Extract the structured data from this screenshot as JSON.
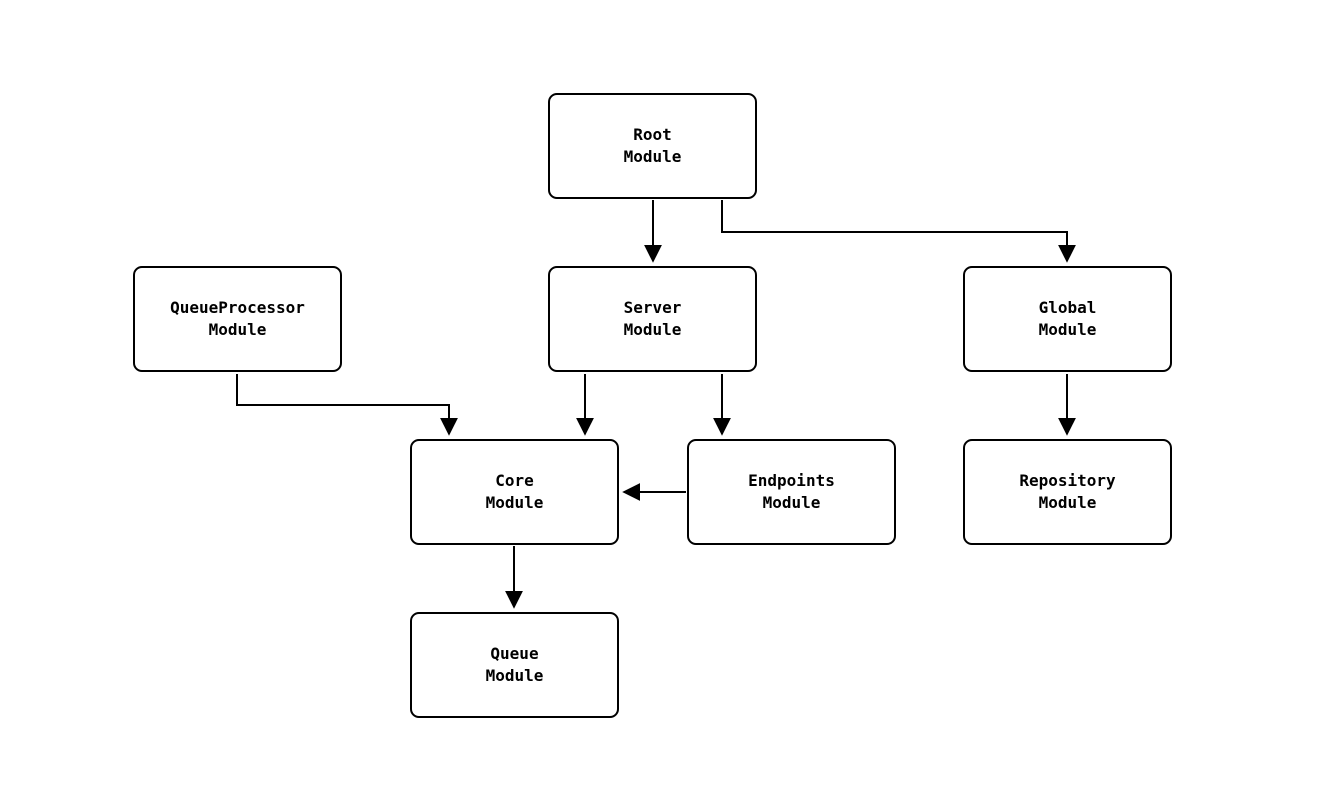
{
  "diagram": {
    "type": "module-dependency-graph",
    "background": "#ffffff",
    "colors": {
      "node_border": "#000000",
      "node_fill": "#ffffff",
      "edge": "#000000",
      "text": "#000000"
    },
    "nodes": {
      "root": {
        "line1": "Root",
        "line2": "Module"
      },
      "queueprocessor": {
        "line1": "QueueProcessor",
        "line2": "Module"
      },
      "server": {
        "line1": "Server",
        "line2": "Module"
      },
      "global": {
        "line1": "Global",
        "line2": "Module"
      },
      "core": {
        "line1": "Core",
        "line2": "Module"
      },
      "endpoints": {
        "line1": "Endpoints",
        "line2": "Module"
      },
      "repository": {
        "line1": "Repository",
        "line2": "Module"
      },
      "queue": {
        "line1": "Queue",
        "line2": "Module"
      }
    },
    "edges": [
      {
        "from": "Root Module",
        "to": "Server Module"
      },
      {
        "from": "Root Module",
        "to": "Global Module"
      },
      {
        "from": "QueueProcessor Module",
        "to": "Core Module"
      },
      {
        "from": "Server Module",
        "to": "Core Module"
      },
      {
        "from": "Server Module",
        "to": "Endpoints Module"
      },
      {
        "from": "Endpoints Module",
        "to": "Core Module"
      },
      {
        "from": "Core Module",
        "to": "Queue Module"
      },
      {
        "from": "Global Module",
        "to": "Repository Module"
      }
    ]
  }
}
